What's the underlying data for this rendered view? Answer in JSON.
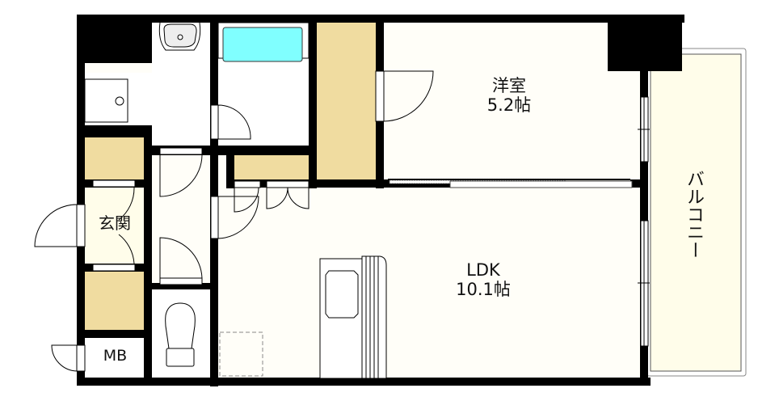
{
  "floor_plan": {
    "colors": {
      "wall": "#000000",
      "floor": "#fffef8",
      "storage": "#f0dca0",
      "bathtub": "#80ffff",
      "balcony": "#fffdea",
      "fixture": "#eeeeee"
    },
    "rooms": {
      "western_room": {
        "name": "洋室",
        "size": "5.2帖"
      },
      "ldk": {
        "name": "LDK",
        "size": "10.1帖"
      },
      "entrance": {
        "name": "玄関"
      },
      "balcony": {
        "name": "バルコニー"
      },
      "meter_box": {
        "name": "MB"
      }
    },
    "fixtures": [
      "washbasin-icon",
      "washing-machine-pan-icon",
      "bathtub-icon",
      "toilet-icon",
      "kitchen-sink-icon",
      "stove-icon",
      "refrigerator-space-icon"
    ]
  }
}
